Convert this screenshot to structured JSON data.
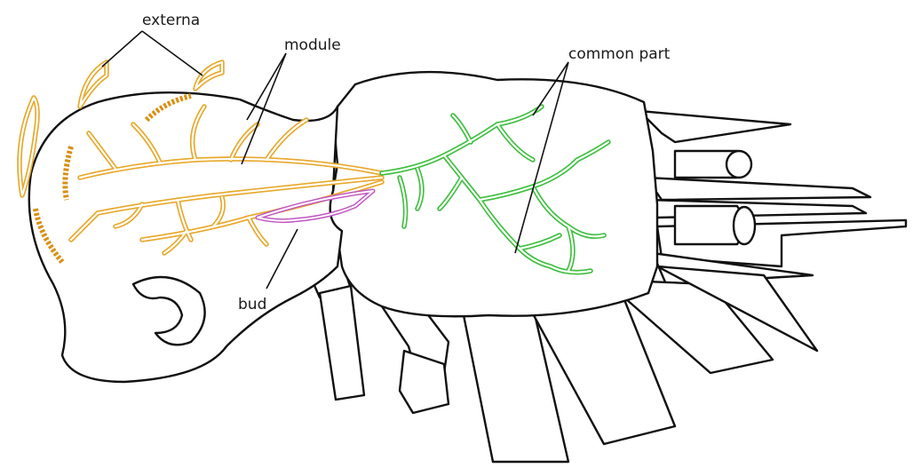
{
  "labels": {
    "externa": "externa",
    "module": "module",
    "common_part": "common part",
    "bud": "bud"
  },
  "colors": {
    "externa_roots": "#e8a82a",
    "common_part_roots": "#3fbf3f",
    "bud": "#c257c2",
    "outline": "#111111",
    "background": "#ffffff"
  }
}
